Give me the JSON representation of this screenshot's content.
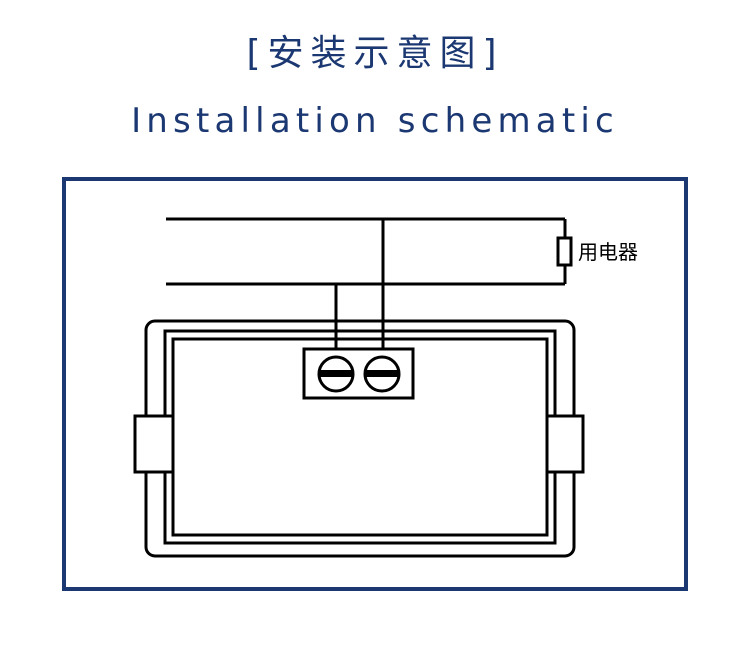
{
  "header": {
    "title_cn": "[安装示意图]",
    "title_en": "Installation schematic"
  },
  "diagram": {
    "load_label": "用电器"
  },
  "colors": {
    "frame_border": "#1b3872",
    "title_text": "#1b3872",
    "line": "#000000"
  }
}
